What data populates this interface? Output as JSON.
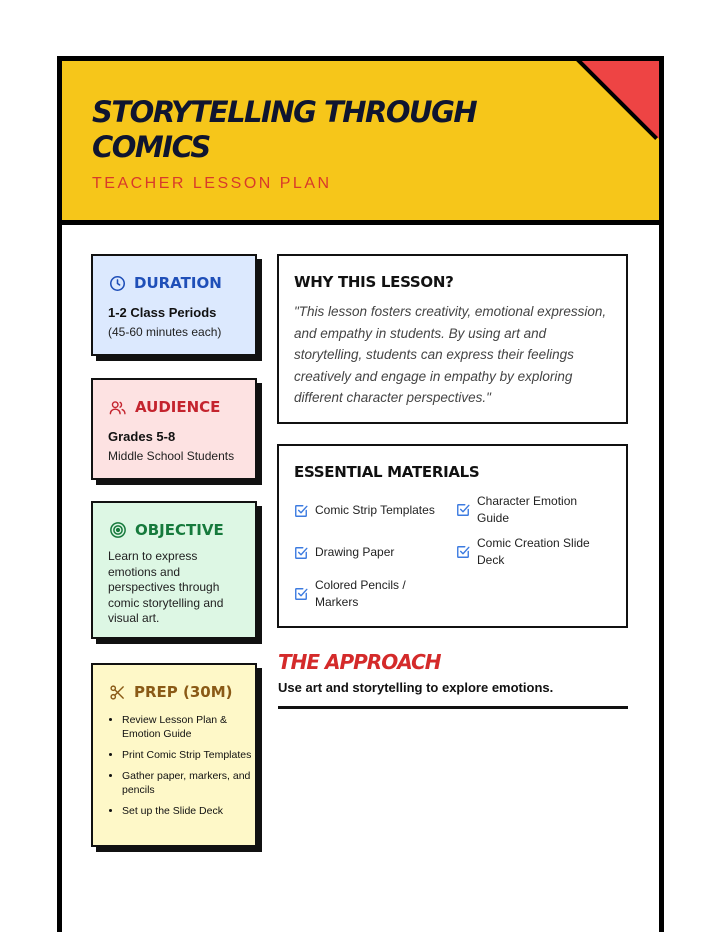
{
  "header": {
    "title": "STORYTELLING THROUGH COMICS",
    "subtitle": "TEACHER LESSON PLAN",
    "accent_color": "#F6C61A",
    "corner_color": "#EE4444"
  },
  "duration": {
    "icon": "clock-icon",
    "label": "DURATION",
    "main": "1-2 Class Periods",
    "detail": "(45-60 minutes each)"
  },
  "audience": {
    "icon": "users-icon",
    "label": "AUDIENCE",
    "main": "Grades 5-8",
    "detail": "Middle School Students"
  },
  "objective": {
    "icon": "target-icon",
    "label": "OBJECTIVE",
    "text": "Learn to express emotions and perspectives through comic storytelling and visual art."
  },
  "prep": {
    "icon": "scissors-icon",
    "label": "PREP (30M)",
    "items": [
      "Review Lesson Plan & Emotion Guide",
      "Print Comic Strip Templates",
      "Gather paper, markers, and pencils",
      "Set up the Slide Deck"
    ]
  },
  "why": {
    "heading": "WHY THIS LESSON?",
    "quote": "\"This lesson fosters creativity, emotional expression, and empathy in students. By using art and storytelling, students can express their feelings creatively and engage in empathy by exploring different character perspectives.\""
  },
  "materials": {
    "heading": "ESSENTIAL MATERIALS",
    "icon": "checkbox-icon",
    "items": [
      "Comic Strip Templates",
      "Character Emotion Guide",
      "Drawing Paper",
      "Comic Creation Slide Deck",
      "Colored Pencils / Markers"
    ]
  },
  "approach": {
    "heading": "THE APPROACH",
    "subtitle": "Use art and storytelling to explore emotions."
  }
}
